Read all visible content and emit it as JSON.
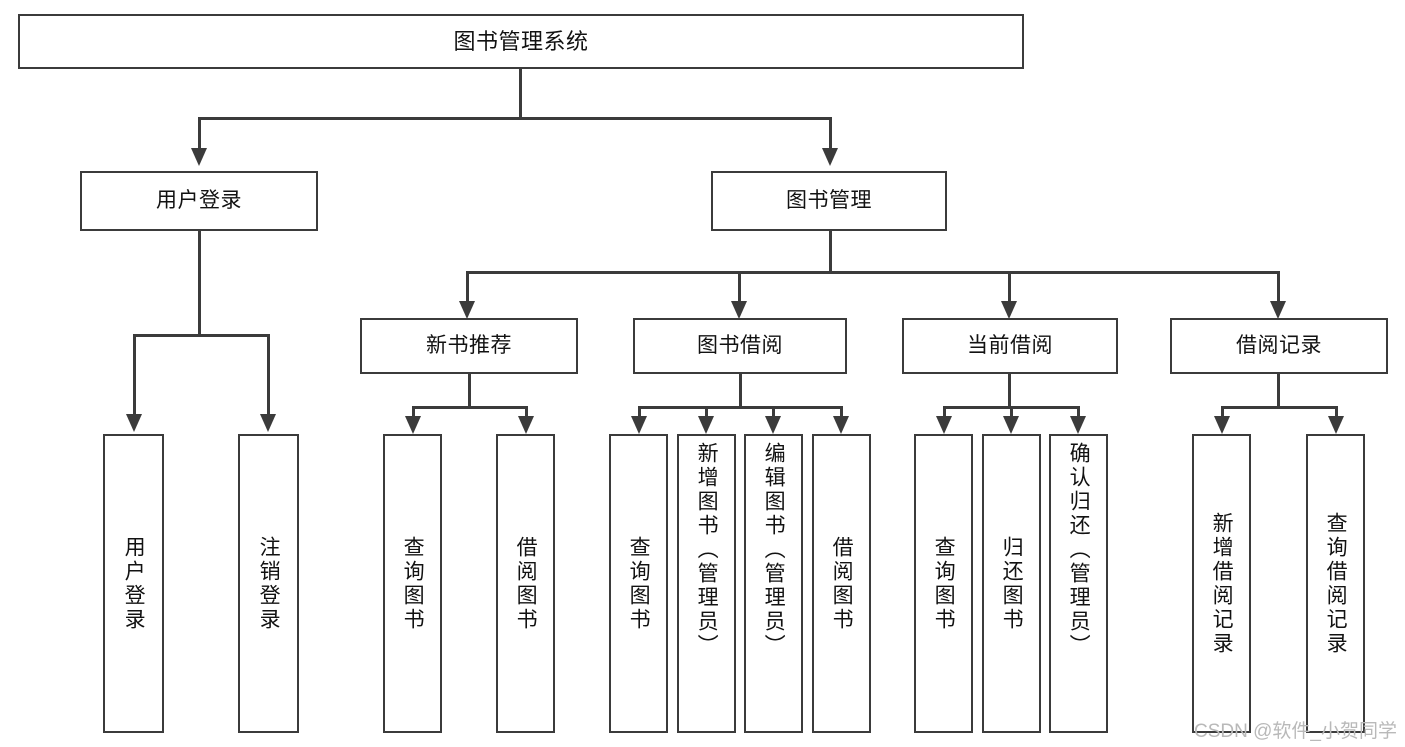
{
  "diagram": {
    "title": "图书管理系统",
    "type": "tree-hierarchy-diagram",
    "colors": {
      "border": "#3b3b3b",
      "background": "#ffffff",
      "text": "#121212",
      "watermark": "#b9b9b9"
    },
    "root": {
      "label": "图书管理系统"
    },
    "level2": [
      {
        "label": "用户登录"
      },
      {
        "label": "图书管理"
      }
    ],
    "level3": [
      {
        "label": "新书推荐"
      },
      {
        "label": "图书借阅"
      },
      {
        "label": "当前借阅"
      },
      {
        "label": "借阅记录"
      }
    ],
    "leaves": {
      "user_login": [
        {
          "label": "用户登录"
        },
        {
          "label": "注销登录"
        }
      ],
      "new_book_recommend": [
        {
          "label": "查询图书"
        },
        {
          "label": "借阅图书"
        }
      ],
      "book_borrow": [
        {
          "label": "查询图书"
        },
        {
          "label": "新增图书（管理员）"
        },
        {
          "label": "编辑图书（管理员）"
        },
        {
          "label": "借阅图书"
        }
      ],
      "current_borrow": [
        {
          "label": "查询图书"
        },
        {
          "label": "归还图书"
        },
        {
          "label": "确认归还（管理员）"
        }
      ],
      "borrow_record": [
        {
          "label": "新增借阅记录"
        },
        {
          "label": "查询借阅记录"
        }
      ]
    }
  },
  "watermark": {
    "text": "CSDN @软件_小贺同学"
  }
}
